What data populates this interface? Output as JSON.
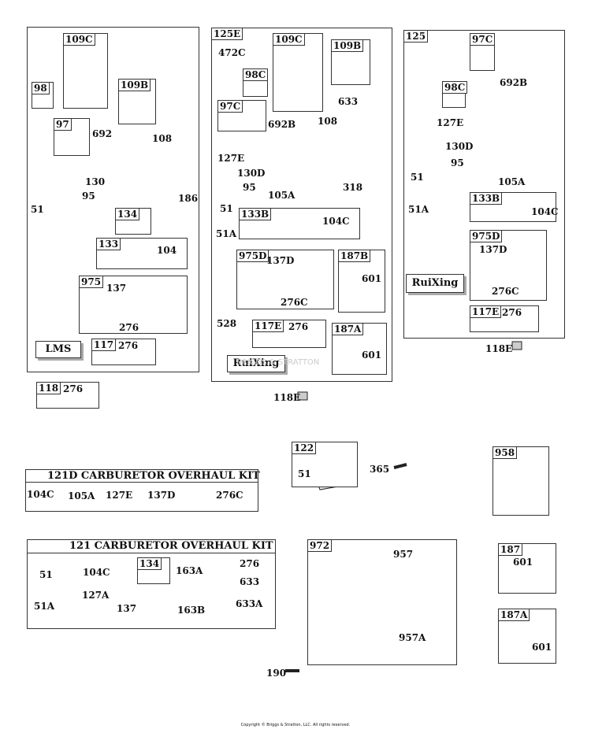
{
  "panel_lms": {
    "brand": "LMS",
    "labels": {
      "c109": "109C",
      "p98": "98",
      "p109b": "109B",
      "p97": "97",
      "p692": "692",
      "p108": "108",
      "p130": "130",
      "p95": "95",
      "p186": "186",
      "p51": "51",
      "p134": "134",
      "p133": "133",
      "p104": "104",
      "p975": "975",
      "p137": "137",
      "p276a": "276",
      "p117": "117",
      "p276b": "276"
    }
  },
  "item_118": {
    "tag": "118",
    "part": "276"
  },
  "panel_ruixing_a": {
    "brand": "RuiXing",
    "labels": {
      "p125e": "125E",
      "p472c": "472C",
      "p109c": "109C",
      "p109b": "109B",
      "p98c": "98C",
      "p633": "633",
      "p97c": "97C",
      "p692b": "692B",
      "p108": "108",
      "p127e": "127E",
      "p130d": "130D",
      "p95": "95",
      "p105a": "105A",
      "p318": "318",
      "p51": "51",
      "p51a": "51A",
      "p133b": "133B",
      "p104c": "104C",
      "p975d": "975D",
      "p137d": "137D",
      "p187b": "187B",
      "p601a": "601",
      "p276c": "276C",
      "p528": "528",
      "p117e": "117E",
      "p276": "276",
      "p187a": "187A",
      "p601b": "601"
    }
  },
  "item_118e_a": "118E",
  "panel_ruixing_b": {
    "brand": "RuiXing",
    "labels": {
      "p125": "125",
      "p97c": "97C",
      "p692b": "692B",
      "p98c": "98C",
      "p127e": "127E",
      "p130d": "130D",
      "p95": "95",
      "p105a": "105A",
      "p51": "51",
      "p51a": "51A",
      "p133b": "133B",
      "p104c": "104C",
      "p975d": "975D",
      "p137d": "137D",
      "p276c": "276C",
      "p117e": "117E",
      "p276": "276"
    }
  },
  "item_118e_b": "118E",
  "kit_121d": {
    "title": "121D CARBURETOR OVERHAUL KIT",
    "labels": {
      "p104c": "104C",
      "p105a": "105A",
      "p127e": "127E",
      "p137d": "137D",
      "p276c": "276C"
    }
  },
  "item_122": {
    "tag": "122",
    "p51": "51",
    "p365": "365"
  },
  "item_958": {
    "tag": "958"
  },
  "kit_121": {
    "title": "121 CARBURETOR OVERHAUL KIT",
    "labels": {
      "p51": "51",
      "p104c": "104C",
      "p134": "134",
      "p163a": "163A",
      "p276": "276",
      "p633": "633",
      "p51a": "51A",
      "p127a": "127A",
      "p137": "137",
      "p163b": "163B",
      "p633a": "633A"
    }
  },
  "tank_972": {
    "tag": "972",
    "p957": "957",
    "p957a": "957A",
    "p190": "190"
  },
  "item_187": {
    "tag": "187",
    "p601": "601"
  },
  "item_187a": {
    "tag": "187A",
    "p601": "601"
  },
  "watermark": "BRIGGS & STRATTON",
  "copyright": "Copyright © Briggs & Stratton, LLC. All rights reserved."
}
